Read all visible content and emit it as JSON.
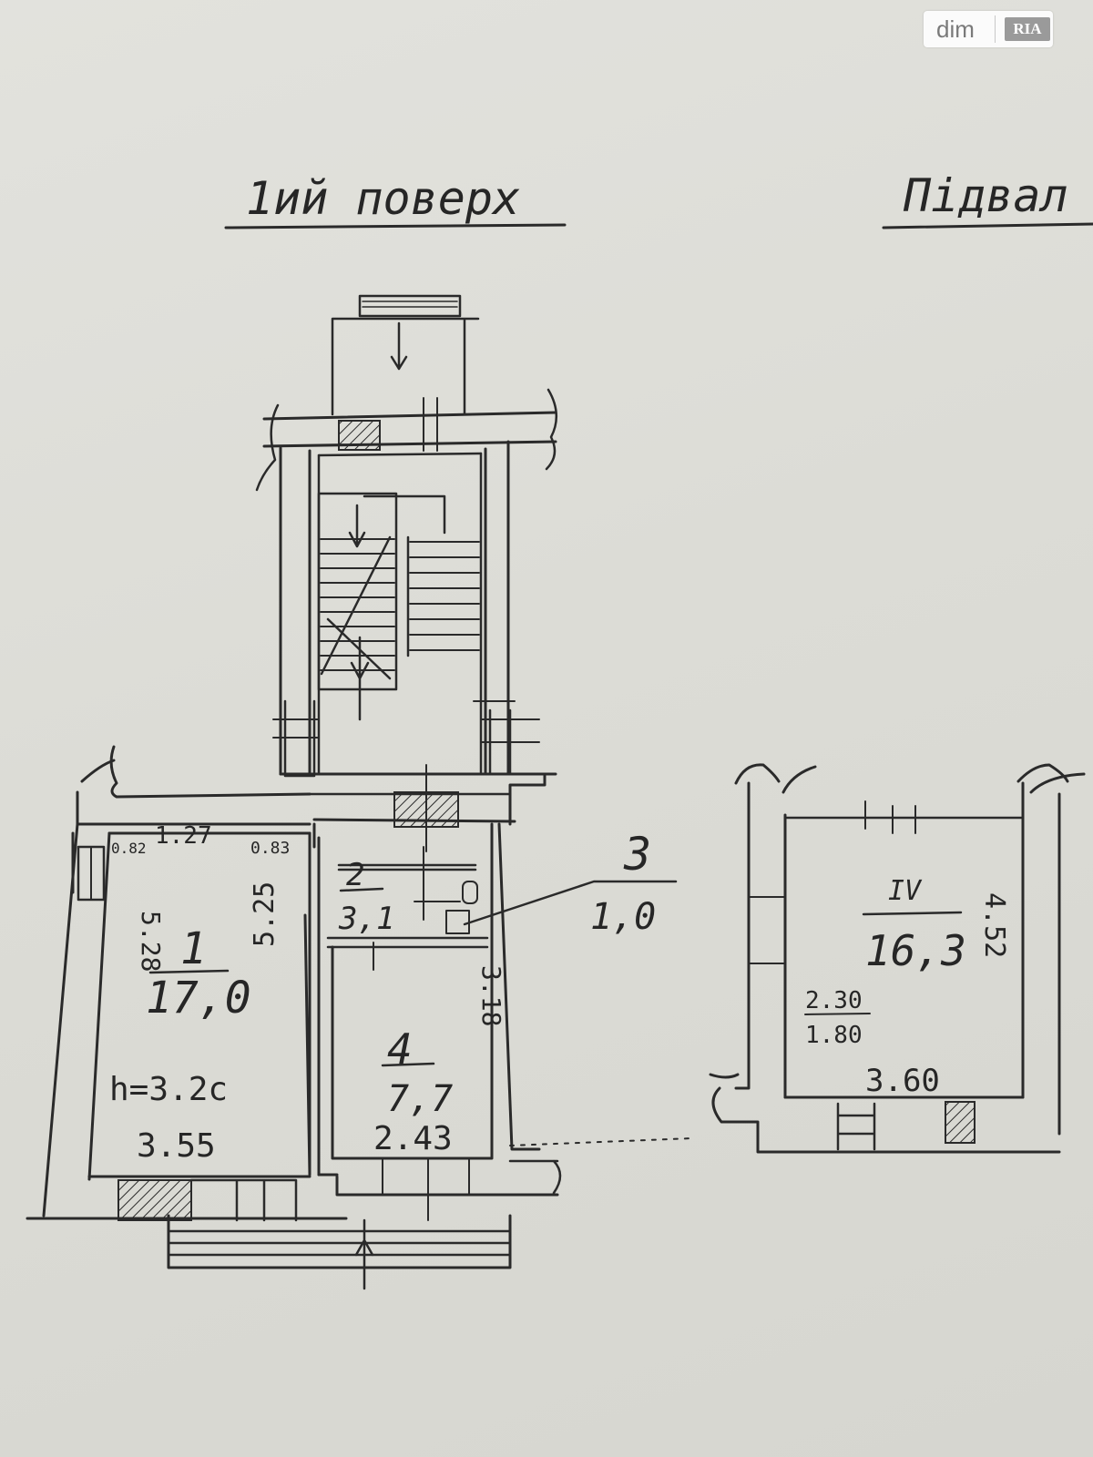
{
  "brand": {
    "part1": "dim",
    "part2": "RIA"
  },
  "headings": {
    "first_floor": "1ий поверх",
    "basement": "Пiдвал"
  },
  "rooms": {
    "r1": {
      "number": "1",
      "area": "17,0",
      "height": "h=3.2с"
    },
    "r2": {
      "number": "2",
      "area": "3,1"
    },
    "r3": {
      "number": "3",
      "area": "1,0"
    },
    "r4": {
      "number": "4",
      "area": "7,7"
    },
    "rIV": {
      "number": "IV",
      "area": "16,3"
    }
  },
  "dimensions": {
    "d127": "1.27",
    "d082": "0.82",
    "d083": "0.83",
    "d528": "5.28",
    "d525": "5.25",
    "d355": "3.55",
    "d318": "3.18",
    "d243": "2.43",
    "d452": "4.52",
    "d230": "2.30",
    "d180": "1.80",
    "d360": "3.60"
  }
}
